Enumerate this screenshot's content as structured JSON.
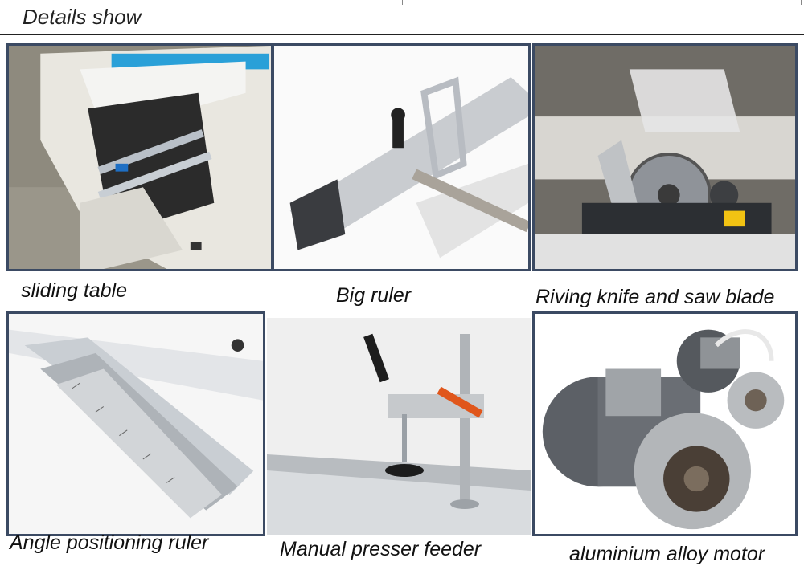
{
  "header": {
    "title": "Details show"
  },
  "panels": [
    {
      "caption": "sliding table",
      "icon": "sliding-table-photo"
    },
    {
      "caption": "Big ruler",
      "icon": "big-ruler-photo"
    },
    {
      "caption": "Riving knife and saw blade",
      "icon": "saw-blade-photo"
    },
    {
      "caption": "Angle positioning ruler",
      "icon": "angle-ruler-photo"
    },
    {
      "caption": "Manual presser feeder",
      "icon": "presser-feeder-photo"
    },
    {
      "caption": "aluminium alloy motor",
      "icon": "motor-photo"
    }
  ],
  "colors": {
    "frame": "#3b4a63",
    "text": "#111111"
  }
}
